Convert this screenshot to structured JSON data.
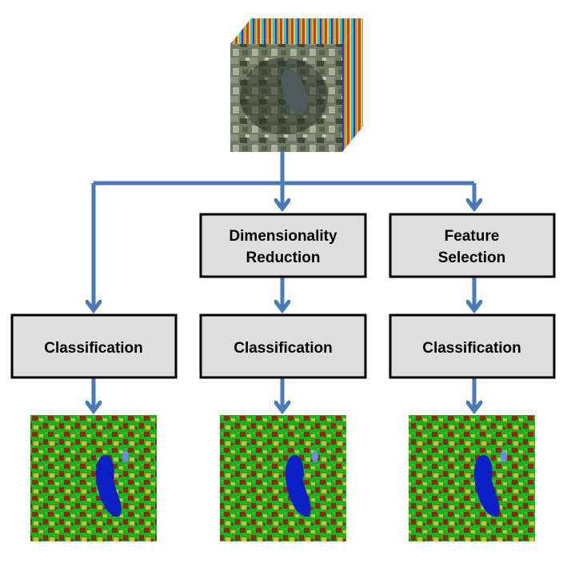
{
  "diagram": {
    "branches": [
      {
        "preprocess": "",
        "classification": "Classification"
      },
      {
        "preprocess": [
          "Dimensionality",
          "Reduction"
        ],
        "classification": "Classification"
      },
      {
        "preprocess": [
          "Feature",
          "Selection"
        ],
        "classification": "Classification"
      }
    ]
  },
  "colors": {
    "arrow": "#4a7ab8",
    "box_fill": "#dedede",
    "box_stroke": "#000000",
    "classes": [
      "#1fae1f",
      "#8a2b12",
      "#c8c23a",
      "#0a1fc4",
      "#6a8cf0"
    ]
  },
  "icons": {
    "input": "hyperspectral-cube-icon",
    "output": "classification-map-icon"
  }
}
